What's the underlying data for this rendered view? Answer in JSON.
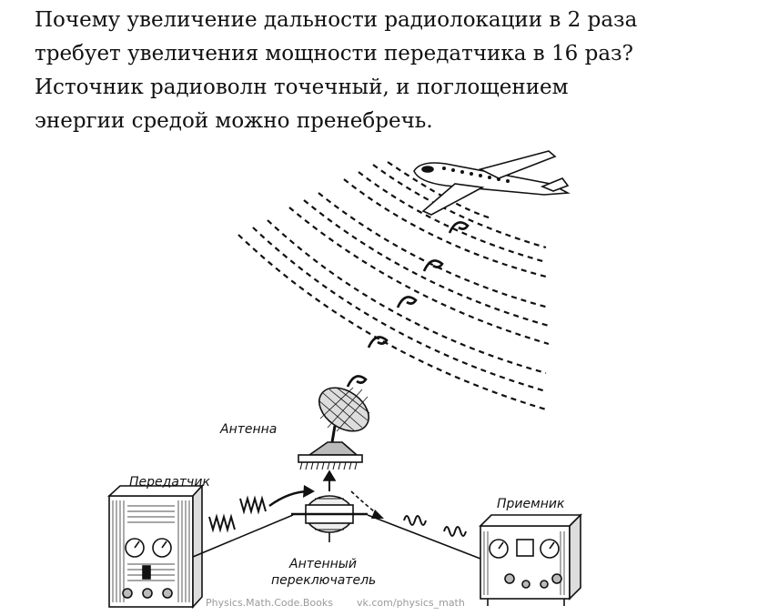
{
  "question": {
    "lines": [
      "Почему увеличение дальности радиолокации в 2 раза",
      "требует увеличения мощности передатчика в 16 раз?",
      "Источник радиоволн точечный, и поглощением",
      "энергии средой можно пренебречь."
    ]
  },
  "labels": {
    "antenna": "Антенна",
    "transmitter": "Передатчик",
    "receiver": "Приемник",
    "switch_line1": "Антенный",
    "switch_line2": "переключатель"
  },
  "watermark": {
    "left": "Physics.Math.Code.Books",
    "right": "vk.com/physics_math"
  }
}
